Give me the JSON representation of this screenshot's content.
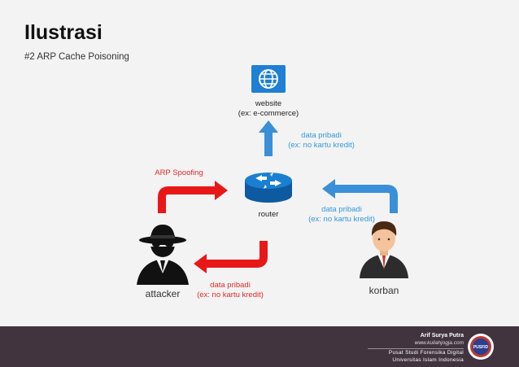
{
  "slide": {
    "title": "Ilustrasi",
    "subtitle": "#2 ARP Cache Poisoning"
  },
  "nodes": {
    "website_label_line1": "website",
    "website_label_line2": "(ex: e-commerce)",
    "router_label": "router",
    "attacker_label": "attacker",
    "korban_label": "korban"
  },
  "edges": {
    "router_to_website_line1": "data pribadi",
    "router_to_website_line2": "(ex: no kartu kredit)",
    "korban_to_router_line1": "data pribadi",
    "korban_to_router_line2": "(ex: no kartu kredit)",
    "arp_spoofing": "ARP Spoofing",
    "router_to_attacker_line1": "data pribadi",
    "router_to_attacker_line2": "(ex: no kartu kredit)"
  },
  "footer": {
    "author": "Arif Surya Putra",
    "website": "www.kuliahjogja.com",
    "org_line1": "Pusat Studi Forensika Digital",
    "org_line2": "Universitas Islam Indonesia",
    "logo_text": "PUSFID"
  },
  "colors": {
    "blue_arrow": "#3a8fd9",
    "red_arrow": "#e81818",
    "website_icon_bg": "#1e7fd4",
    "footer_bg": "#41343e"
  }
}
